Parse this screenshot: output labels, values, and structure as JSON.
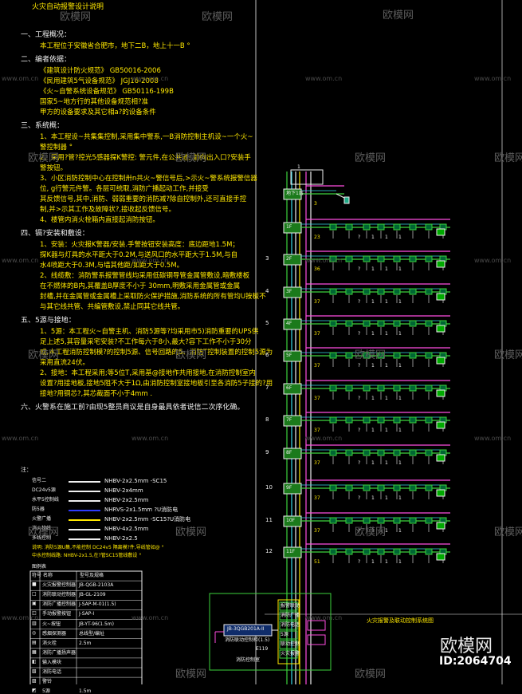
{
  "header_title": "火灾自动报警设计说明",
  "sections": [
    {
      "heading": "一、工程概况：",
      "lines": [
        "本工程位于安徽省合肥市，地下二B，地上十一B °"
      ]
    },
    {
      "heading": "二、编者依据：",
      "lines": [
        "《建筑设计防火规范》  GB50016-2006",
        "《民用建筑5气设备规范》  JGJ16-2008",
        "《火~自警系统设备规范》  GB50116-199B",
        "国家5~地方行的其他设备规范相?准",
        "甲方的设备要求及其它相a?的设备条件"
      ]
    },
    {
      "heading": "三、系统概：",
      "lines": [
        "1、本工程设~共集集控制,采用集中警系,一B消防控制主机设~一个火~",
        "警控制器 °",
        "2、采用?管?控光5感器探K警控: 警元件,在公共池; 前向出入口?安装手",
        "警按钮。",
        "3、小区消防控制中心在控制卅n共火~警信号后,>示火~警系统报警信器",
        "位, g行警元件警。各层可统取,消防广播起动工作,并接受",
        "其反馈信号,其中,消防、弱弱重要的消防减?除自控制外,还可直接手控",
        "制,并>示其工作及故障状?,接收起反馈信号。",
        "4、楼管内消火栓箱内直接起消防按钮。"
      ]
    },
    {
      "heading": "四、镉?安装和敷设：",
      "lines": [
        "1、安装：火灾报K警器/安装.手警按钮安装高度：底边距地1.5M；",
        "探K器与灯具的水平距大于0.2M,与送风口的水平距大于1.5M,与自",
        "水4喷距大于0.3M,与墙其他距/如距大于0.5M。",
        "2、线缆敷：消防警系报警管线均采用低碳钢导管金属管敷设,暗敷楼板",
        "在不燃体的B内,其覆盖B厚度不小于 30mm,明敷采用金属管或金属",
        "封槽,并在金属管或金属槽上采取防火保护措施,消防系统的所有管均U按板不",
        "与其它线共管、共编管敷设,禁止同其它线共管。"
      ]
    },
    {
      "heading": "五、5源与接地：",
      "lines": [
        "1、5源：本工程火~自警主机、消防5源等?均采用市5)消防重要的UPS供",
        "足上述5,其容量采宅安装?不工作每六于8小,最大?容下工作不小于30分",
        "或,本工程消防控制模?的控制5源、信号回路的5、消防T控制装置的控制5源为",
        "采用直流24伏。",
        "2、接地：本工程采用;等5位T,采用基@接地作共用接地,在消防控制室内",
        "设置?用接地板,接地5阻不大于1Ω,由消防控制室接地板引至各消防5子接的?用",
        "接地?用铜芯?,其芯截面不小于4mm ."
      ]
    },
    {
      "heading": "六、火警系在施工前?由现5整员商议是自身最具依者说信二次序化确。",
      "lines": []
    }
  ],
  "legend_note": "注：",
  "legend_items": [
    {
      "label": "信号二",
      "spec": "NHBV-2x2.5mm  -SC15"
    },
    {
      "label": "DC24v5源",
      "spec": "NHBV-2x4mm"
    },
    {
      "label": "水平5控制线",
      "spec": "NHBV-2x2.5mm"
    },
    {
      "label": "防5器",
      "spec": "NHRVS-2x1.5mm ?U消防电"
    },
    {
      "label": "火警广播",
      "spec": "NHBV-2x2.5mm  -SC15?U消防电"
    },
    {
      "label": "消火栓线",
      "spec": "NHBV-4x2.5mm"
    },
    {
      "label": "多线控制",
      "spec": "NHBV-2x2.5"
    }
  ],
  "legend_notes": [
    "说明: 消防5源U集,不能控制 DC24v5 隔离模?件,导线管如@ °",
    "中水控制线路: NHBV-2x1.5,在?管SC15管线敷设 °"
  ],
  "table_title": "图例表",
  "table_header": [
    "符号",
    "名称",
    "型号及规格"
  ],
  "table_rows": [
    {
      "sym": "■",
      "name": "火灾报警控制器",
      "model": "JB-QGB-2103A"
    },
    {
      "sym": "□",
      "name": "消防联动控制器",
      "model": "JB-GL-2109"
    },
    {
      "sym": "▣",
      "name": "消防广播控制器",
      "model": "J-SAP-M-01(1.5)"
    },
    {
      "sym": "◫",
      "name": "手动报警按钮",
      "model": "J-SAP-I"
    },
    {
      "sym": "▥",
      "name": "火~按钮",
      "model": "JB-YT-96(1.5m)"
    },
    {
      "sym": "◎",
      "name": "感烟探测器",
      "model": "总线型/编址"
    },
    {
      "sym": "▤",
      "name": "消火栓",
      "model": "2.5m"
    },
    {
      "sym": "▦",
      "name": "消防广播扬声器",
      "model": ""
    },
    {
      "sym": "◧",
      "name": "输入模块",
      "model": ""
    },
    {
      "sym": "▧",
      "name": "消防电话",
      "model": ""
    },
    {
      "sym": "▨",
      "name": "警铃",
      "model": ""
    },
    {
      "sym": "◩",
      "name": "5源",
      "model": "1.5m"
    }
  ],
  "floors": [
    {
      "num": "",
      "tag": "地下1层",
      "cnt": "3"
    },
    {
      "num": "",
      "tag": "1F",
      "cnt": "23"
    },
    {
      "num": "3",
      "tag": "2F",
      "cnt": "36"
    },
    {
      "num": "4",
      "tag": "3F",
      "cnt": "37"
    },
    {
      "num": "5",
      "tag": "4F",
      "cnt": "37"
    },
    {
      "num": "6",
      "tag": "5F",
      "cnt": "37"
    },
    {
      "num": "7",
      "tag": "6F",
      "cnt": "37"
    },
    {
      "num": "8",
      "tag": "7F",
      "cnt": "37"
    },
    {
      "num": "9",
      "tag": "8F",
      "cnt": "37"
    },
    {
      "num": "10",
      "tag": "9F",
      "cnt": "37"
    },
    {
      "num": "11",
      "tag": "10F",
      "cnt": "37"
    },
    {
      "num": "12",
      "tag": "11F",
      "cnt": "51"
    }
  ],
  "control_box": {
    "title": "JB-3QGB201A-II",
    "sub": "消防联动控制柜(1.5)",
    "fire_label": "E119",
    "bottom": "消防控制室"
  },
  "panel_labels": [
    "报警联动",
    "消防广播",
    "消防电话",
    "5源",
    "联动控制",
    "火灾报警"
  ],
  "diagram_title": "火灾报警及联动控制系统图",
  "watermarks": {
    "site": "www.om.cn",
    "cn": "欧模网"
  },
  "brand": {
    "name": "欧模网",
    "id": "ID:2064704"
  },
  "colors": {
    "bg": "#000000",
    "yellow": "#ffe800",
    "green": "#3cd23c",
    "cyan": "#37d6e6",
    "magenta": "#ff4de1",
    "white": "#f0f0f0"
  }
}
